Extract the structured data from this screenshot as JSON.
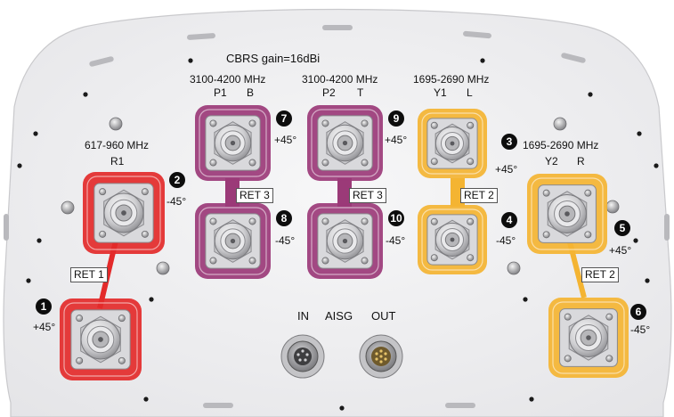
{
  "title": "CBRS gain=16dBi",
  "colors": {
    "panel": "#efeff1",
    "red": "#e32a2a",
    "purple": "#9b3a78",
    "orange": "#f4b432",
    "hex_metal": "#c9c9cc"
  },
  "bands": {
    "p1": {
      "freq": "3100-4200 MHz",
      "name": "P1",
      "sub": "B"
    },
    "p2": {
      "freq": "3100-4200 MHz",
      "name": "P2",
      "sub": "T"
    },
    "y1": {
      "freq": "1695-2690 MHz",
      "name": "Y1",
      "sub": "L"
    },
    "r1": {
      "freq": "617-960 MHz",
      "name": "R1"
    },
    "y2": {
      "freq": "1695-2690 MHz",
      "name": "Y2",
      "sub": "R"
    }
  },
  "ports": [
    {
      "num": "1",
      "polarization": "+45°"
    },
    {
      "num": "2",
      "polarization": "-45°"
    },
    {
      "num": "3",
      "polarization": "+45°"
    },
    {
      "num": "4",
      "polarization": "-45°"
    },
    {
      "num": "5",
      "polarization": "+45°"
    },
    {
      "num": "6",
      "polarization": "-45°"
    },
    {
      "num": "7",
      "polarization": "+45°"
    },
    {
      "num": "8",
      "polarization": "-45°"
    },
    {
      "num": "9",
      "polarization": "+45°"
    },
    {
      "num": "10",
      "polarization": "-45°"
    }
  ],
  "ret": {
    "ret1": "RET 1",
    "ret3_left": "RET 3",
    "ret3_right": "RET 3",
    "ret2_mid": "RET 2",
    "ret2_right": "RET 2"
  },
  "aisg": {
    "in": "IN",
    "title": "AISG",
    "out": "OUT"
  }
}
